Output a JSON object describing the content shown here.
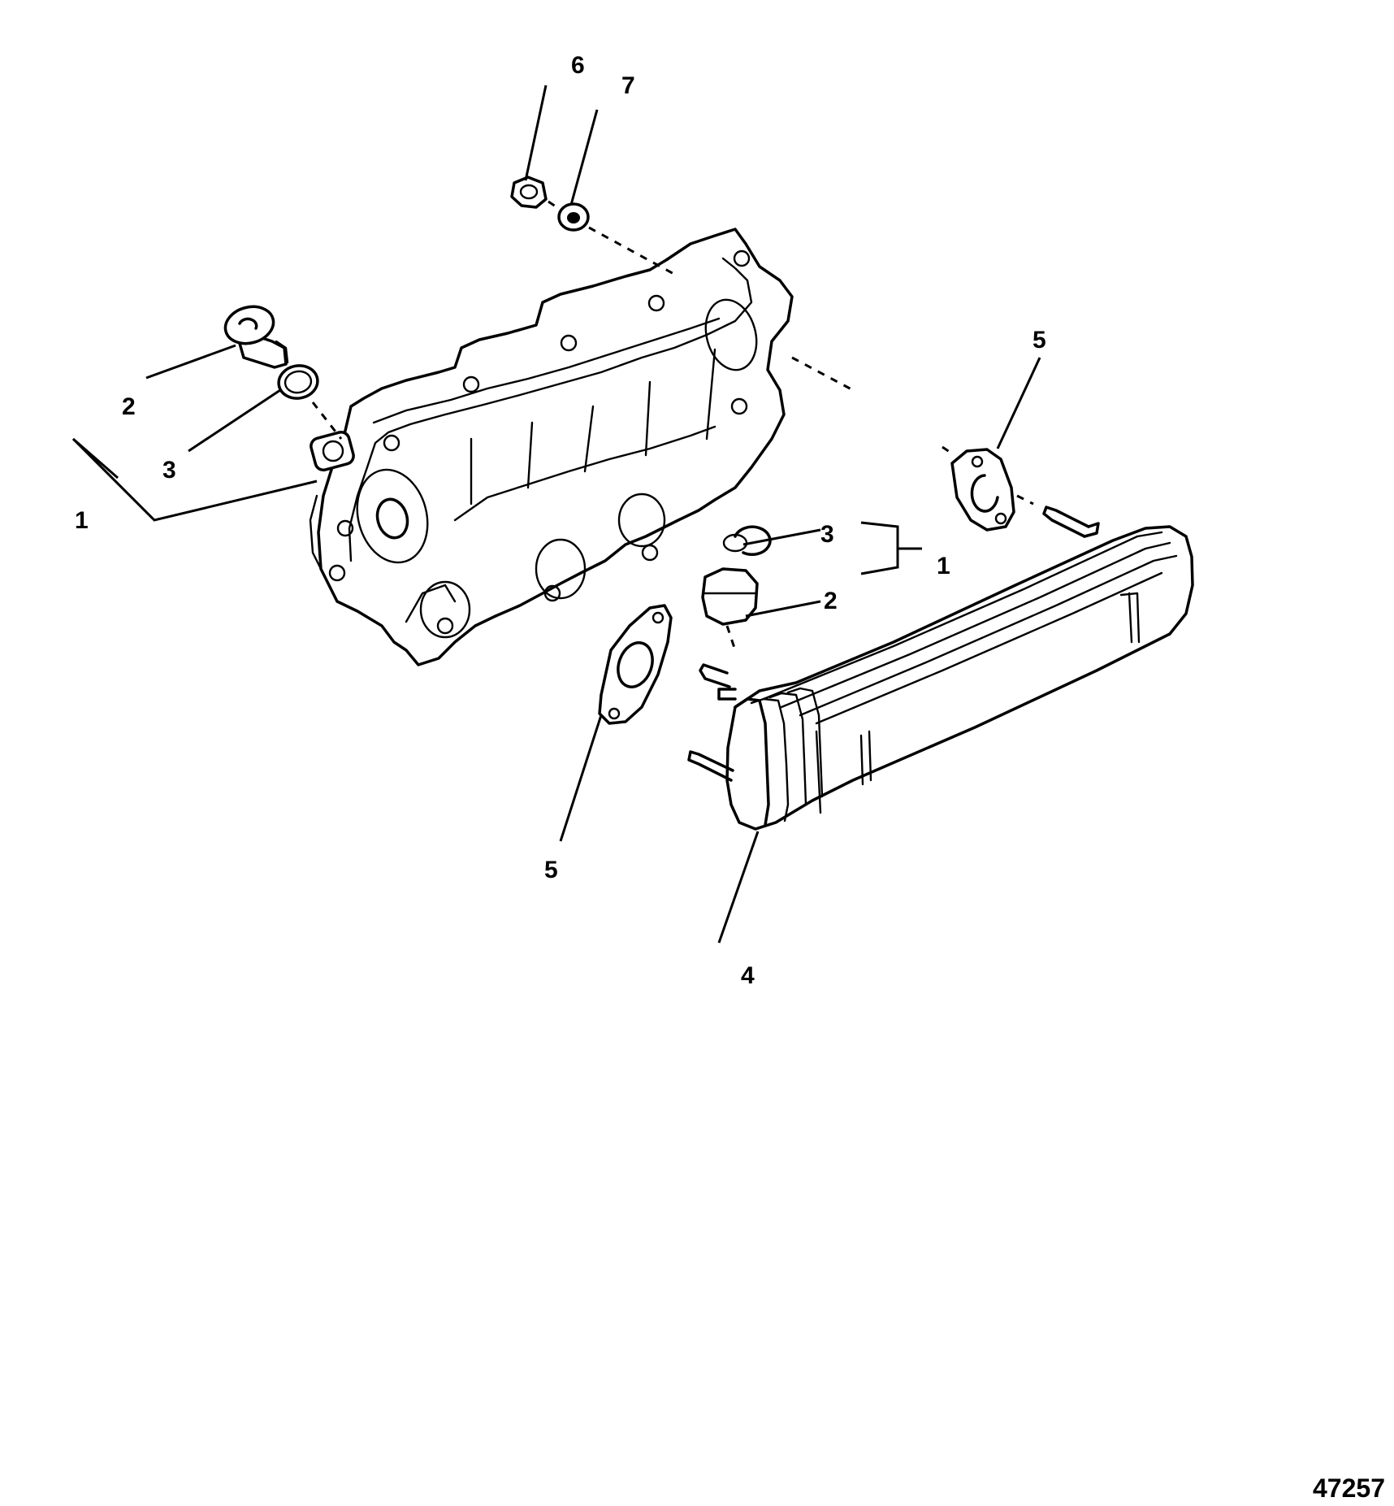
{
  "callouts": {
    "c1a": "1",
    "c2a": "2",
    "c3a": "3",
    "c6": "6",
    "c7": "7",
    "c5a": "5",
    "c3b": "3",
    "c1b": "1",
    "c2b": "2",
    "c5b": "5",
    "c4": "4"
  },
  "figure_id": "47257"
}
